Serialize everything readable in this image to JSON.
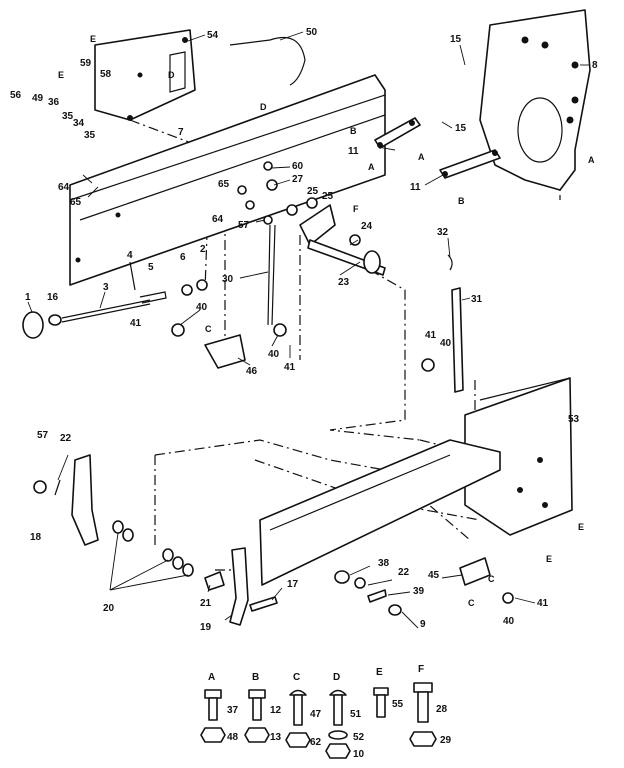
{
  "callouts": [
    {
      "id": "c54",
      "text": "54"
    },
    {
      "id": "c50",
      "text": "50"
    },
    {
      "id": "c15a",
      "text": "15"
    },
    {
      "id": "c8",
      "text": "8"
    },
    {
      "id": "c56",
      "text": "56"
    },
    {
      "id": "c49",
      "text": "49"
    },
    {
      "id": "c36",
      "text": "36"
    },
    {
      "id": "c35a",
      "text": "35"
    },
    {
      "id": "c34",
      "text": "34"
    },
    {
      "id": "c35b",
      "text": "35"
    },
    {
      "id": "c59",
      "text": "59"
    },
    {
      "id": "c58",
      "text": "58"
    },
    {
      "id": "c7",
      "text": "7"
    },
    {
      "id": "c15b",
      "text": "15"
    },
    {
      "id": "c11a",
      "text": "11"
    },
    {
      "id": "c11b",
      "text": "11"
    },
    {
      "id": "c64a",
      "text": "64"
    },
    {
      "id": "c65a",
      "text": "65"
    },
    {
      "id": "c60",
      "text": "60"
    },
    {
      "id": "c27",
      "text": "27"
    },
    {
      "id": "c25a",
      "text": "25"
    },
    {
      "id": "c25b",
      "text": "25"
    },
    {
      "id": "c65b",
      "text": "65"
    },
    {
      "id": "c64b",
      "text": "64"
    },
    {
      "id": "c57a",
      "text": "57"
    },
    {
      "id": "c24",
      "text": "24"
    },
    {
      "id": "c32",
      "text": "32"
    },
    {
      "id": "c23",
      "text": "23"
    },
    {
      "id": "c31",
      "text": "31"
    },
    {
      "id": "c4",
      "text": "4"
    },
    {
      "id": "c5",
      "text": "5"
    },
    {
      "id": "c6",
      "text": "6"
    },
    {
      "id": "c2",
      "text": "2"
    },
    {
      "id": "c30",
      "text": "30"
    },
    {
      "id": "c1",
      "text": "1"
    },
    {
      "id": "c16",
      "text": "16"
    },
    {
      "id": "c3",
      "text": "3"
    },
    {
      "id": "c40a",
      "text": "40"
    },
    {
      "id": "c41a",
      "text": "41"
    },
    {
      "id": "c40b",
      "text": "40"
    },
    {
      "id": "c41b",
      "text": "41"
    },
    {
      "id": "c46",
      "text": "46"
    },
    {
      "id": "c41c",
      "text": "41"
    },
    {
      "id": "c40c",
      "text": "40"
    },
    {
      "id": "c53",
      "text": "53"
    },
    {
      "id": "c57b",
      "text": "57"
    },
    {
      "id": "c22a",
      "text": "22"
    },
    {
      "id": "c18",
      "text": "18"
    },
    {
      "id": "c20",
      "text": "20"
    },
    {
      "id": "c21",
      "text": "21"
    },
    {
      "id": "c19",
      "text": "19"
    },
    {
      "id": "c17",
      "text": "17"
    },
    {
      "id": "c38",
      "text": "38"
    },
    {
      "id": "c22b",
      "text": "22"
    },
    {
      "id": "c39",
      "text": "39"
    },
    {
      "id": "c9",
      "text": "9"
    },
    {
      "id": "c45",
      "text": "45"
    },
    {
      "id": "c41d",
      "text": "41"
    },
    {
      "id": "c40d",
      "text": "40"
    }
  ],
  "ref_letters": [
    {
      "id": "rE1",
      "text": "E"
    },
    {
      "id": "rD1",
      "text": "D"
    },
    {
      "id": "rD2",
      "text": "D"
    },
    {
      "id": "rE2",
      "text": "E"
    },
    {
      "id": "rB1",
      "text": "B"
    },
    {
      "id": "rA1",
      "text": "A"
    },
    {
      "id": "rA2",
      "text": "A"
    },
    {
      "id": "rB2",
      "text": "B"
    },
    {
      "id": "rA3",
      "text": "A"
    },
    {
      "id": "rF1",
      "text": "F"
    },
    {
      "id": "rC1",
      "text": "C"
    },
    {
      "id": "rE3",
      "text": "E"
    },
    {
      "id": "rE4",
      "text": "E"
    },
    {
      "id": "rC2",
      "text": "C"
    },
    {
      "id": "rC3",
      "text": "C"
    }
  ],
  "fastener_key": [
    {
      "letter": "A",
      "bolt": "37",
      "nut": "48"
    },
    {
      "letter": "B",
      "bolt": "12",
      "nut": "13"
    },
    {
      "letter": "C",
      "bolt": "47",
      "nut": "62"
    },
    {
      "letter": "D",
      "bolt": "51",
      "nut": "52",
      "nut2": "10"
    },
    {
      "letter": "E",
      "bolt": "55",
      "nut": ""
    },
    {
      "letter": "F",
      "bolt": "28",
      "nut": "29"
    }
  ]
}
